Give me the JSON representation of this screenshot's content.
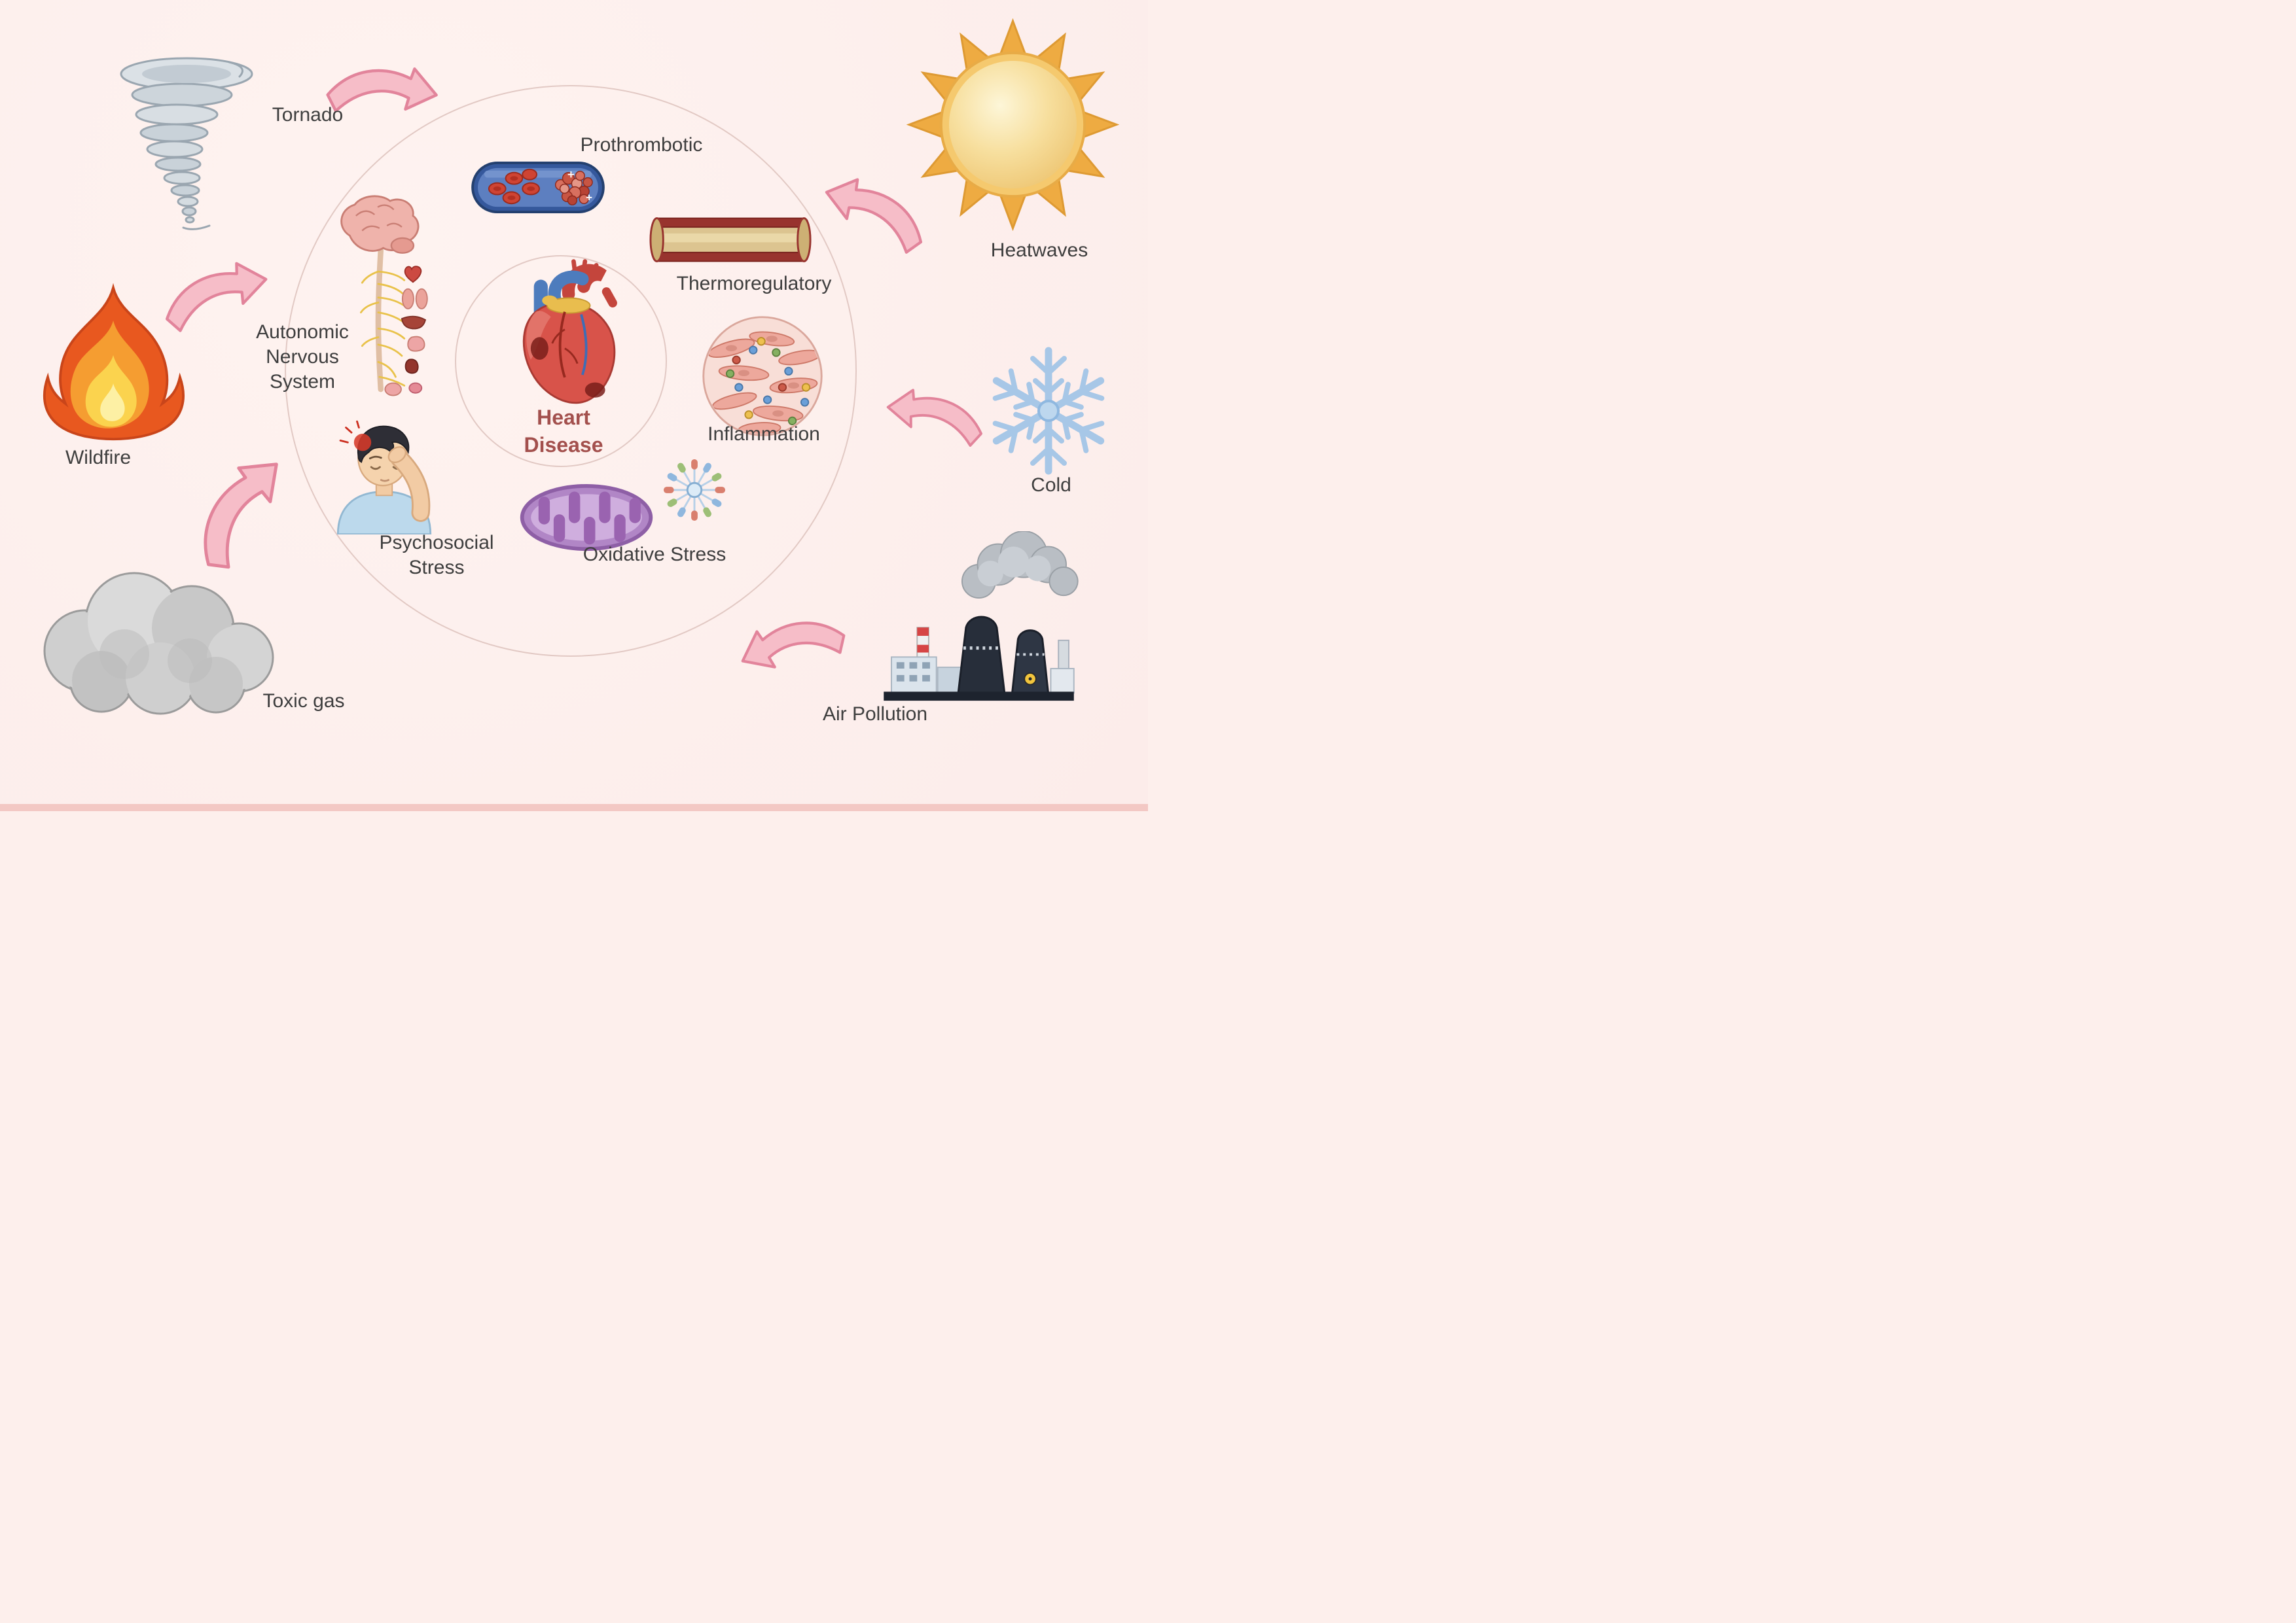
{
  "diagram": {
    "background_color": "#fdefec",
    "center": {
      "lines": [
        "Heart",
        "Disease"
      ],
      "icon": "anatomical-heart-icon",
      "label_color": "#a3504d"
    },
    "mechanisms": {
      "prothrombotic": {
        "label": "Prothrombotic",
        "icon": "blood-vessel-clot-icon"
      },
      "thermoregulatory": {
        "label": "Thermoregulatory",
        "icon": "artery-segment-icon"
      },
      "autonomic_nervous_system": {
        "lines": [
          "Autonomic",
          "Nervous",
          "System"
        ],
        "icon": "brain-nervous-system-icon"
      },
      "inflammation": {
        "label": "Inflammation",
        "icon": "inflamed-tissue-icon"
      },
      "oxidative_stress": {
        "label": "Oxidative Stress",
        "icon": "mitochondria-icon"
      },
      "psychosocial_stress": {
        "lines": [
          "Psychosocial",
          "Stress"
        ],
        "icon": "stressed-person-icon"
      }
    },
    "environmental_factors": {
      "tornado": {
        "label": "Tornado",
        "icon": "tornado-icon"
      },
      "heatwaves": {
        "label": "Heatwaves",
        "icon": "sun-icon"
      },
      "wildfire": {
        "label": "Wildfire",
        "icon": "flame-icon"
      },
      "cold": {
        "label": "Cold",
        "icon": "snowflake-icon"
      },
      "toxic_gas": {
        "label": "Toxic gas",
        "icon": "gas-cloud-icon"
      },
      "air_pollution": {
        "label": "Air Pollution",
        "icon": "factory-icon"
      }
    },
    "colors": {
      "arrow_fill": "#f6bdc8",
      "arrow_stroke": "#e2849b",
      "circle_stroke": "#e2c9c4",
      "label_text": "#3e3e3e",
      "heart_disease_text": "#a3504d"
    }
  }
}
